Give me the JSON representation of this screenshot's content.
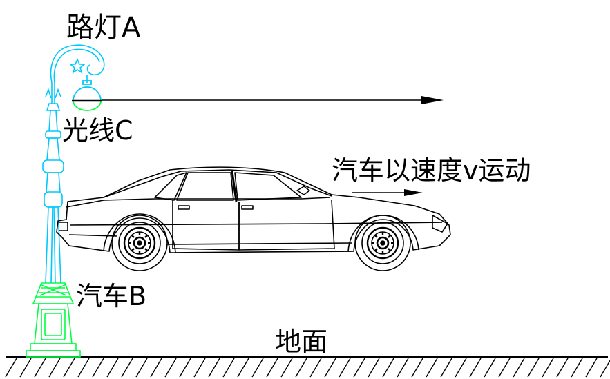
{
  "labels": {
    "lamp": "路灯A",
    "ray": "光线C",
    "car_motion": "汽车以速度v运动",
    "car": "汽车B",
    "ground": "地面"
  },
  "colors": {
    "lamp_post": "#00c8ff",
    "lamp_base": "#00ff40",
    "lines": "#000000",
    "background": "#ffffff"
  },
  "icons": {
    "lamp": "street-lamp",
    "car": "sedan-car",
    "ray_arrow": "arrow-right",
    "velocity_arrow": "arrow-right",
    "ground": "hatched-ground"
  }
}
